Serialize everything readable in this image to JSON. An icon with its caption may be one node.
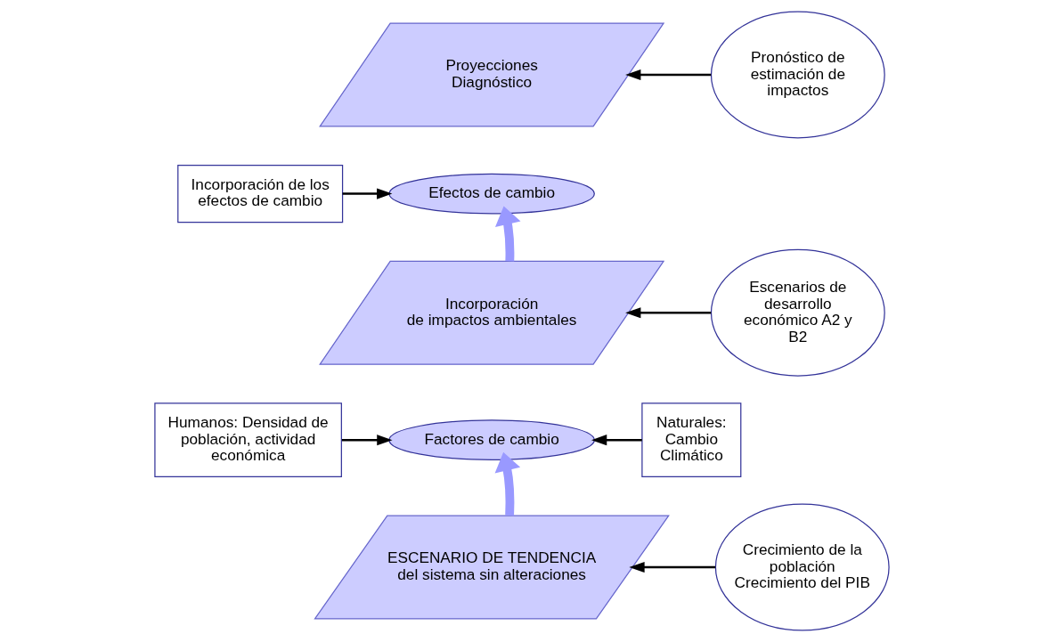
{
  "diagram": {
    "nodes": [
      {
        "text": [
          "Proyecciones",
          "Diagnóstico"
        ]
      },
      {
        "text": [
          "Pronóstico de estimación de impactos"
        ]
      },
      {
        "text": [
          "Incorporación de los efectos de cambio"
        ]
      },
      {
        "text": [
          "Efectos de cambio"
        ]
      },
      {
        "text": [
          "Incorporación",
          "de impactos ambientales"
        ]
      },
      {
        "text": [
          "Escenarios de desarrollo económico A2 y B2"
        ]
      },
      {
        "text": [
          "Humanos: Densidad de población, actividad económica"
        ]
      },
      {
        "text": [
          "Factores de cambio"
        ]
      },
      {
        "text": [
          "Naturales: Cambio Climático"
        ]
      },
      {
        "text": [
          "ESCENARIO DE TENDENCIA",
          "del sistema sin alteraciones"
        ]
      },
      {
        "text": [
          "Crecimiento de la población Crecimiento del PIB"
        ]
      }
    ],
    "edges": [
      {
        "from": 1,
        "to": 0,
        "arrow": "to"
      },
      {
        "from": 2,
        "to": 3,
        "arrow": "to"
      },
      {
        "from": 4,
        "to": 3,
        "arrow": "to",
        "style": "thick",
        "color": "#9999ff"
      },
      {
        "from": 5,
        "to": 4,
        "arrow": "to"
      },
      {
        "from": 6,
        "to": 7,
        "arrow": "to"
      },
      {
        "from": 8,
        "to": 7,
        "arrow": "to"
      },
      {
        "from": 9,
        "to": 7,
        "arrow": "to",
        "style": "thick",
        "color": "#9999ff"
      },
      {
        "from": 10,
        "to": 9,
        "arrow": "to"
      }
    ]
  }
}
